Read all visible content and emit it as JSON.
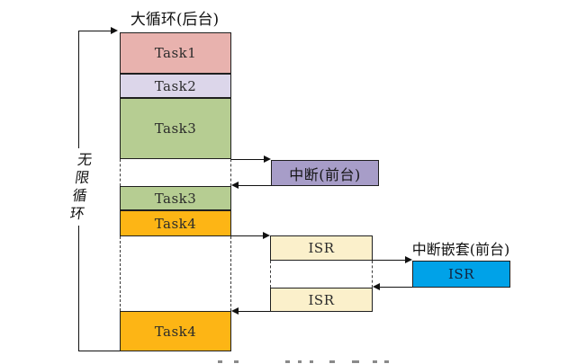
{
  "title": "大循环(后台)",
  "infinite_loop_label": "无限循环",
  "background_stack": [
    {
      "label": "Task1",
      "color": "#e8b2ae"
    },
    {
      "label": "Task2",
      "color": "#dcd6ea"
    },
    {
      "label": "Task3",
      "color": "#b6cd92"
    },
    {
      "label": "Task3",
      "color": "#b6cd92"
    },
    {
      "label": "Task4",
      "color": "#fdb515"
    },
    {
      "label": "Task4",
      "color": "#fdb515"
    }
  ],
  "foreground": {
    "interrupt_label": "中断(前台)",
    "interrupt_color": "#a79dc8",
    "isr_boxes": [
      {
        "label": "ISR",
        "color": "#fbf0cb"
      },
      {
        "label": "ISR",
        "color": "#fbf0cb"
      }
    ],
    "nested_title": "中断嵌套(前台)",
    "nested_isr_label": "ISR",
    "nested_isr_color": "#00a2e8"
  },
  "colors": {
    "border": "#1f1f1f",
    "arrow_line": "#111111",
    "background": "#ffffff"
  }
}
